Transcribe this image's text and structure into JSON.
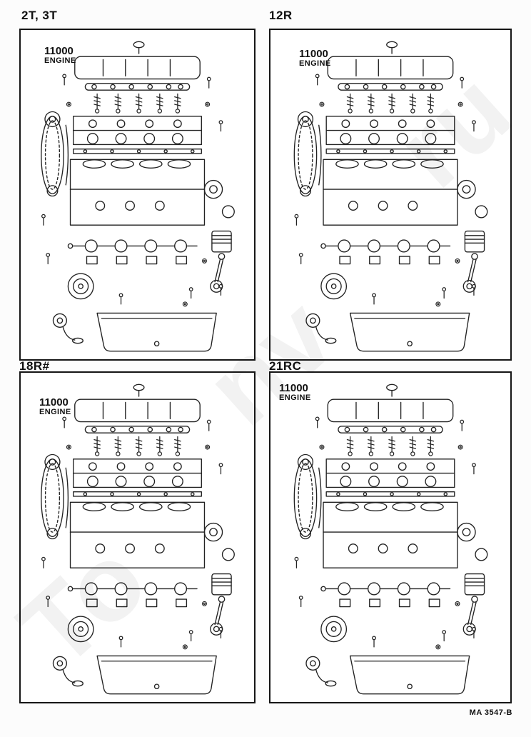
{
  "page": {
    "footer_code": "MA 3547-B"
  },
  "panels": [
    {
      "code": "2T, 3T",
      "part_number": "11000",
      "part_name": "ENGINE"
    },
    {
      "code": "12R",
      "part_number": "11000",
      "part_name": "ENGINE"
    },
    {
      "code": "18R#",
      "part_number": "11000",
      "part_name": "ENGINE"
    },
    {
      "code": "21RC",
      "part_number": "11000",
      "part_name": "ENGINE"
    }
  ],
  "watermark": {
    "fragments": [
      "To",
      "nv",
      "ru"
    ]
  }
}
